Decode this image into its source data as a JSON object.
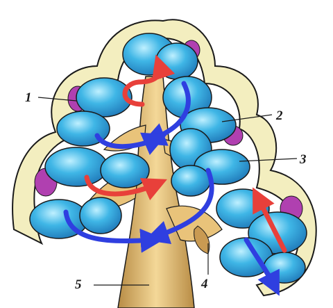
{
  "colors": {
    "background": "#ffffff",
    "outer_wall": "#f3eebf",
    "outer_wall_shadow": "#d4cd92",
    "lobe_blue": "#3fb6e6",
    "lobe_blue_dark": "#1f78b8",
    "stalk_tan": "#e9c37a",
    "stalk_tan_dark": "#b88c45",
    "pocket_magenta": "#b040b0",
    "arrow_red": "#e8403a",
    "arrow_blue": "#2f3fe0",
    "outline": "#1a1a1a"
  },
  "callouts": [
    {
      "id": "1",
      "label": "1"
    },
    {
      "id": "2",
      "label": "2"
    },
    {
      "id": "3",
      "label": "3"
    },
    {
      "id": "4",
      "label": "4"
    },
    {
      "id": "5",
      "label": "5"
    }
  ]
}
